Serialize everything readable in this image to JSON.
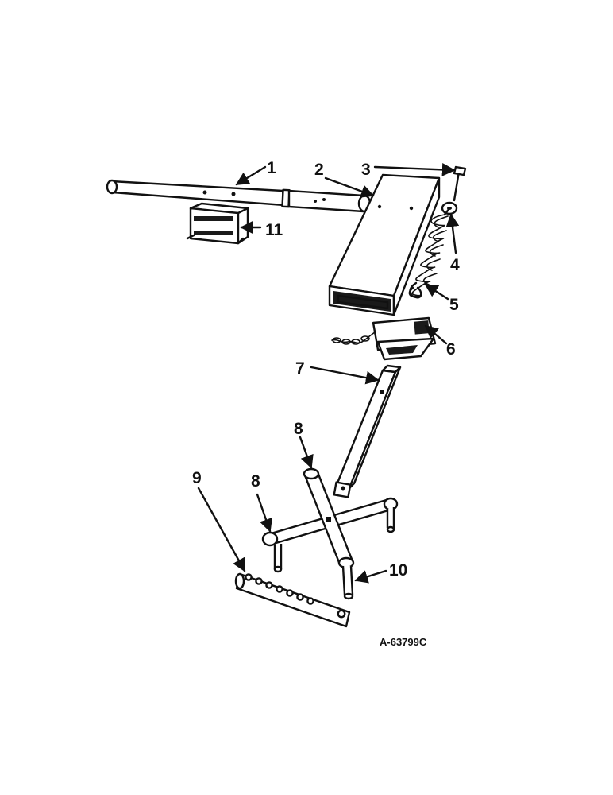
{
  "diagram": {
    "callouts": {
      "c1": "1",
      "c2": "2",
      "c3": "3",
      "c4": "4",
      "c5": "5",
      "c6": "6",
      "c7": "7",
      "c8a": "8",
      "c8b": "8",
      "c9": "9",
      "c10": "10",
      "c11": "11"
    },
    "drawing_number": "A-63799C"
  }
}
